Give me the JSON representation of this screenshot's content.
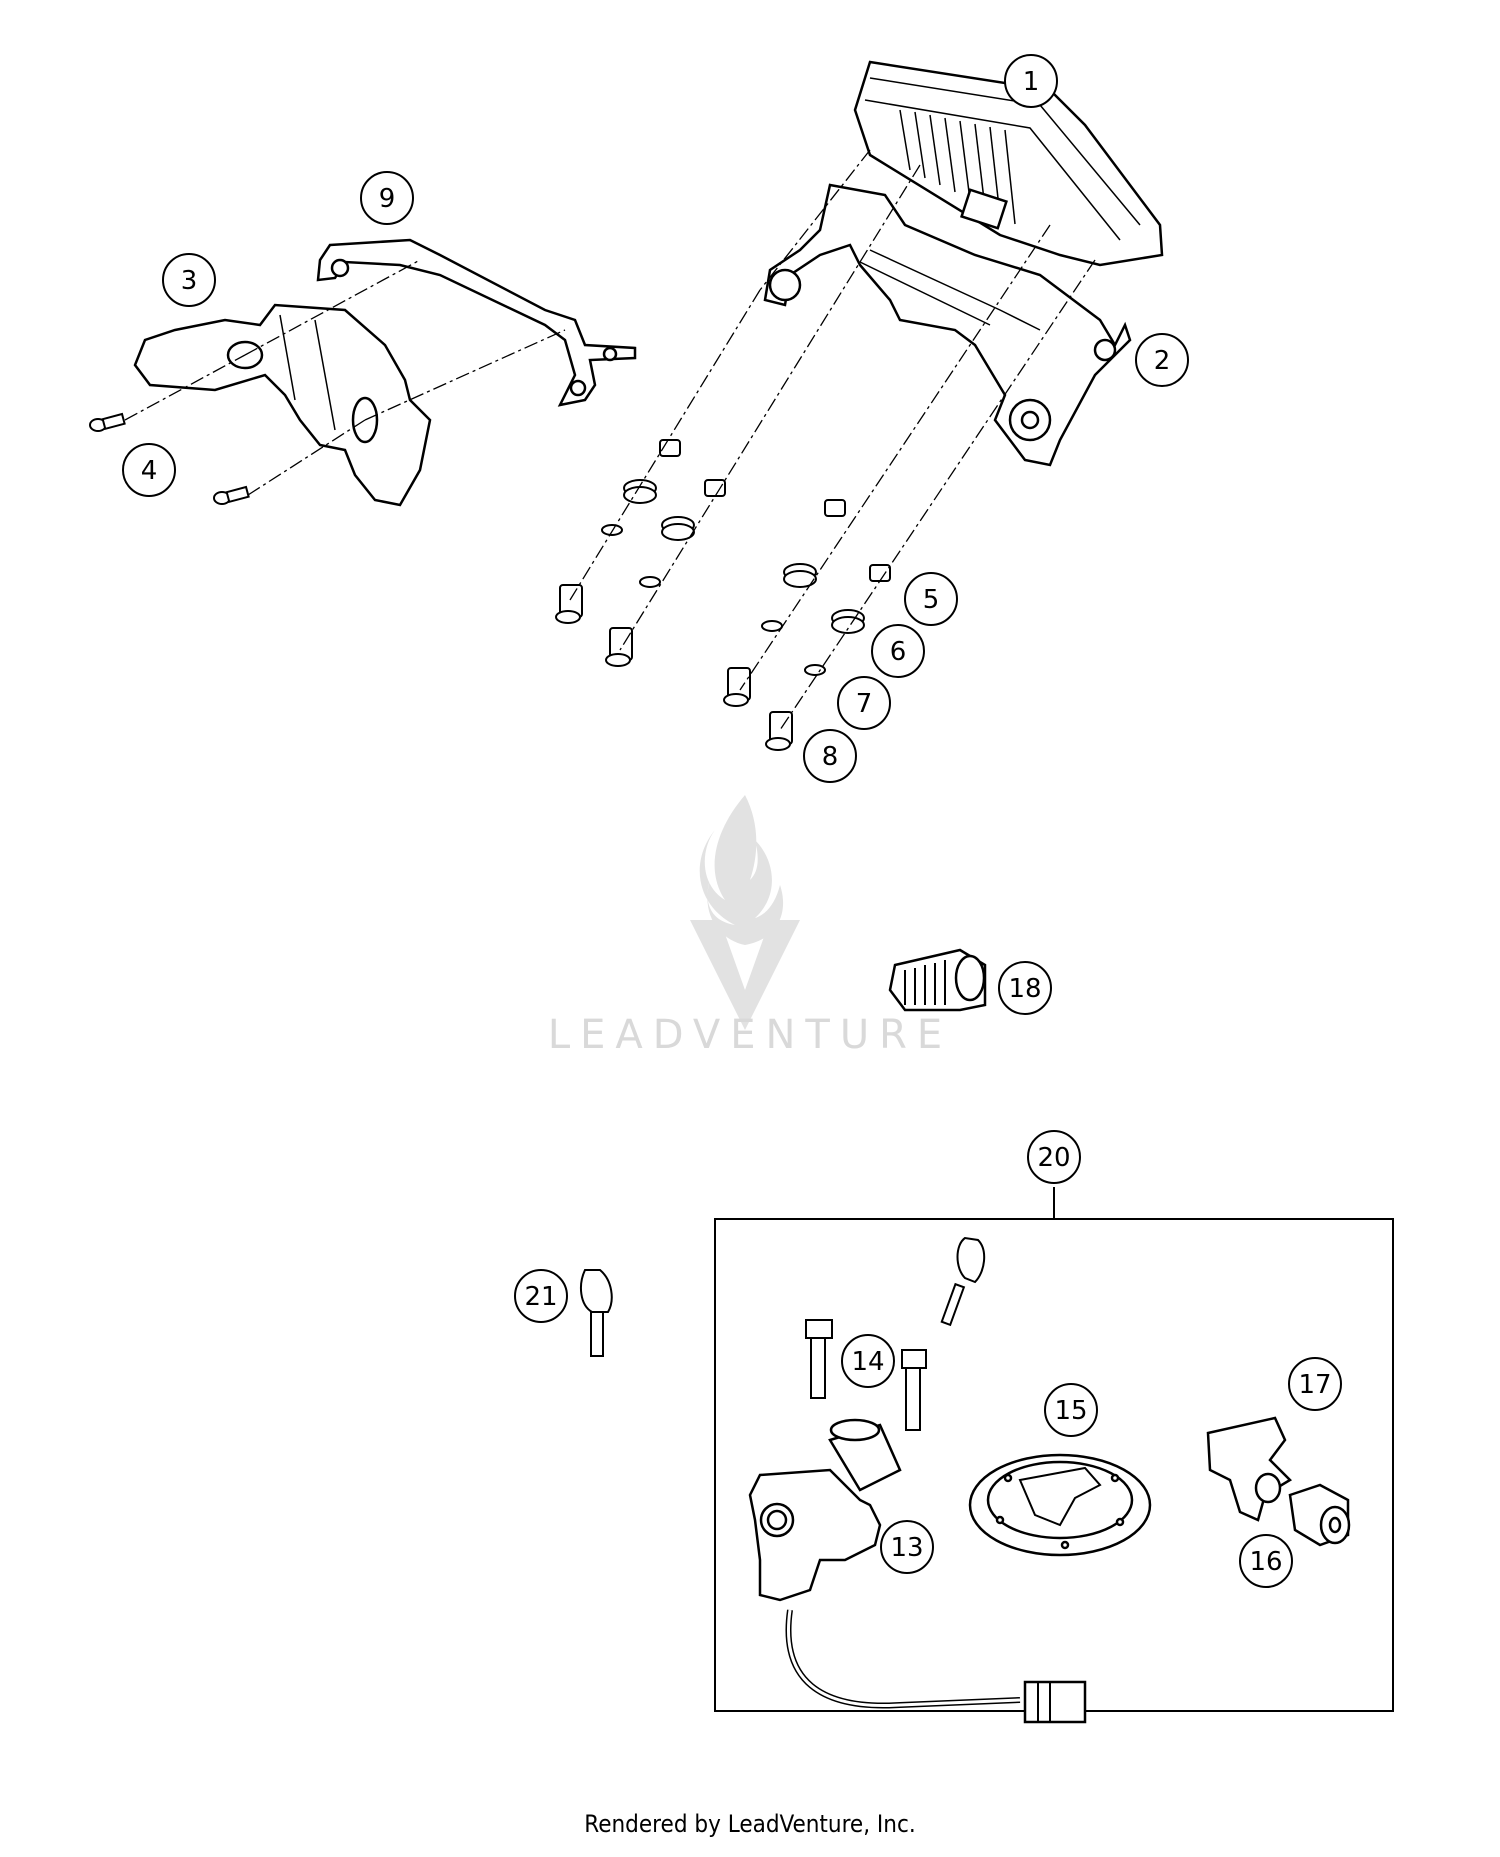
{
  "callouts": [
    "1",
    "2",
    "3",
    "4",
    "5",
    "6",
    "7",
    "8",
    "9",
    "13",
    "14",
    "15",
    "16",
    "17",
    "18",
    "20",
    "21"
  ],
  "watermark": {
    "text": "LEADVENTURE"
  },
  "footer": {
    "text": "Rendered by LeadVenture, Inc."
  }
}
